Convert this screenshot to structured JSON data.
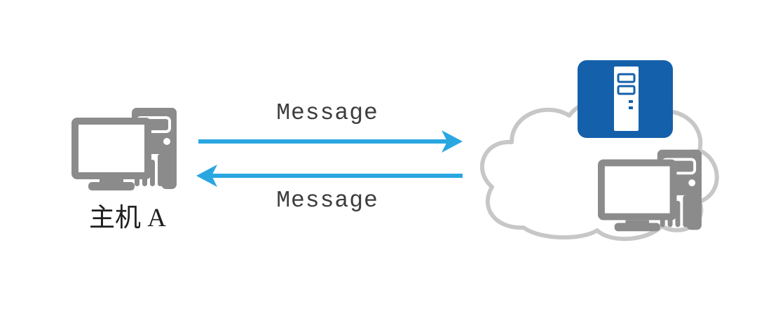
{
  "host": {
    "label": "主机 A",
    "icon": "desktop-computer-icon"
  },
  "flows": {
    "request": {
      "label": "Message",
      "direction": "right"
    },
    "response": {
      "label": "Message",
      "direction": "left"
    }
  },
  "network": {
    "cloud_icon": "cloud-icon",
    "server_icon": "server-icon",
    "remote_host_icon": "desktop-computer-icon"
  },
  "colors": {
    "background": "#FFFFFF",
    "arrow_blue": "#2AA7E1",
    "server_blue": "#1560AB",
    "server_white": "#FFFFFF",
    "device_gray": "#8B8B8B",
    "screen_white": "#FFFFFF",
    "cloud_outline": "#C7C7C7",
    "cloud_fill": "#FFFFFF",
    "message_text": "#3D3D3D",
    "host_label_text": "#1F1F1F"
  }
}
